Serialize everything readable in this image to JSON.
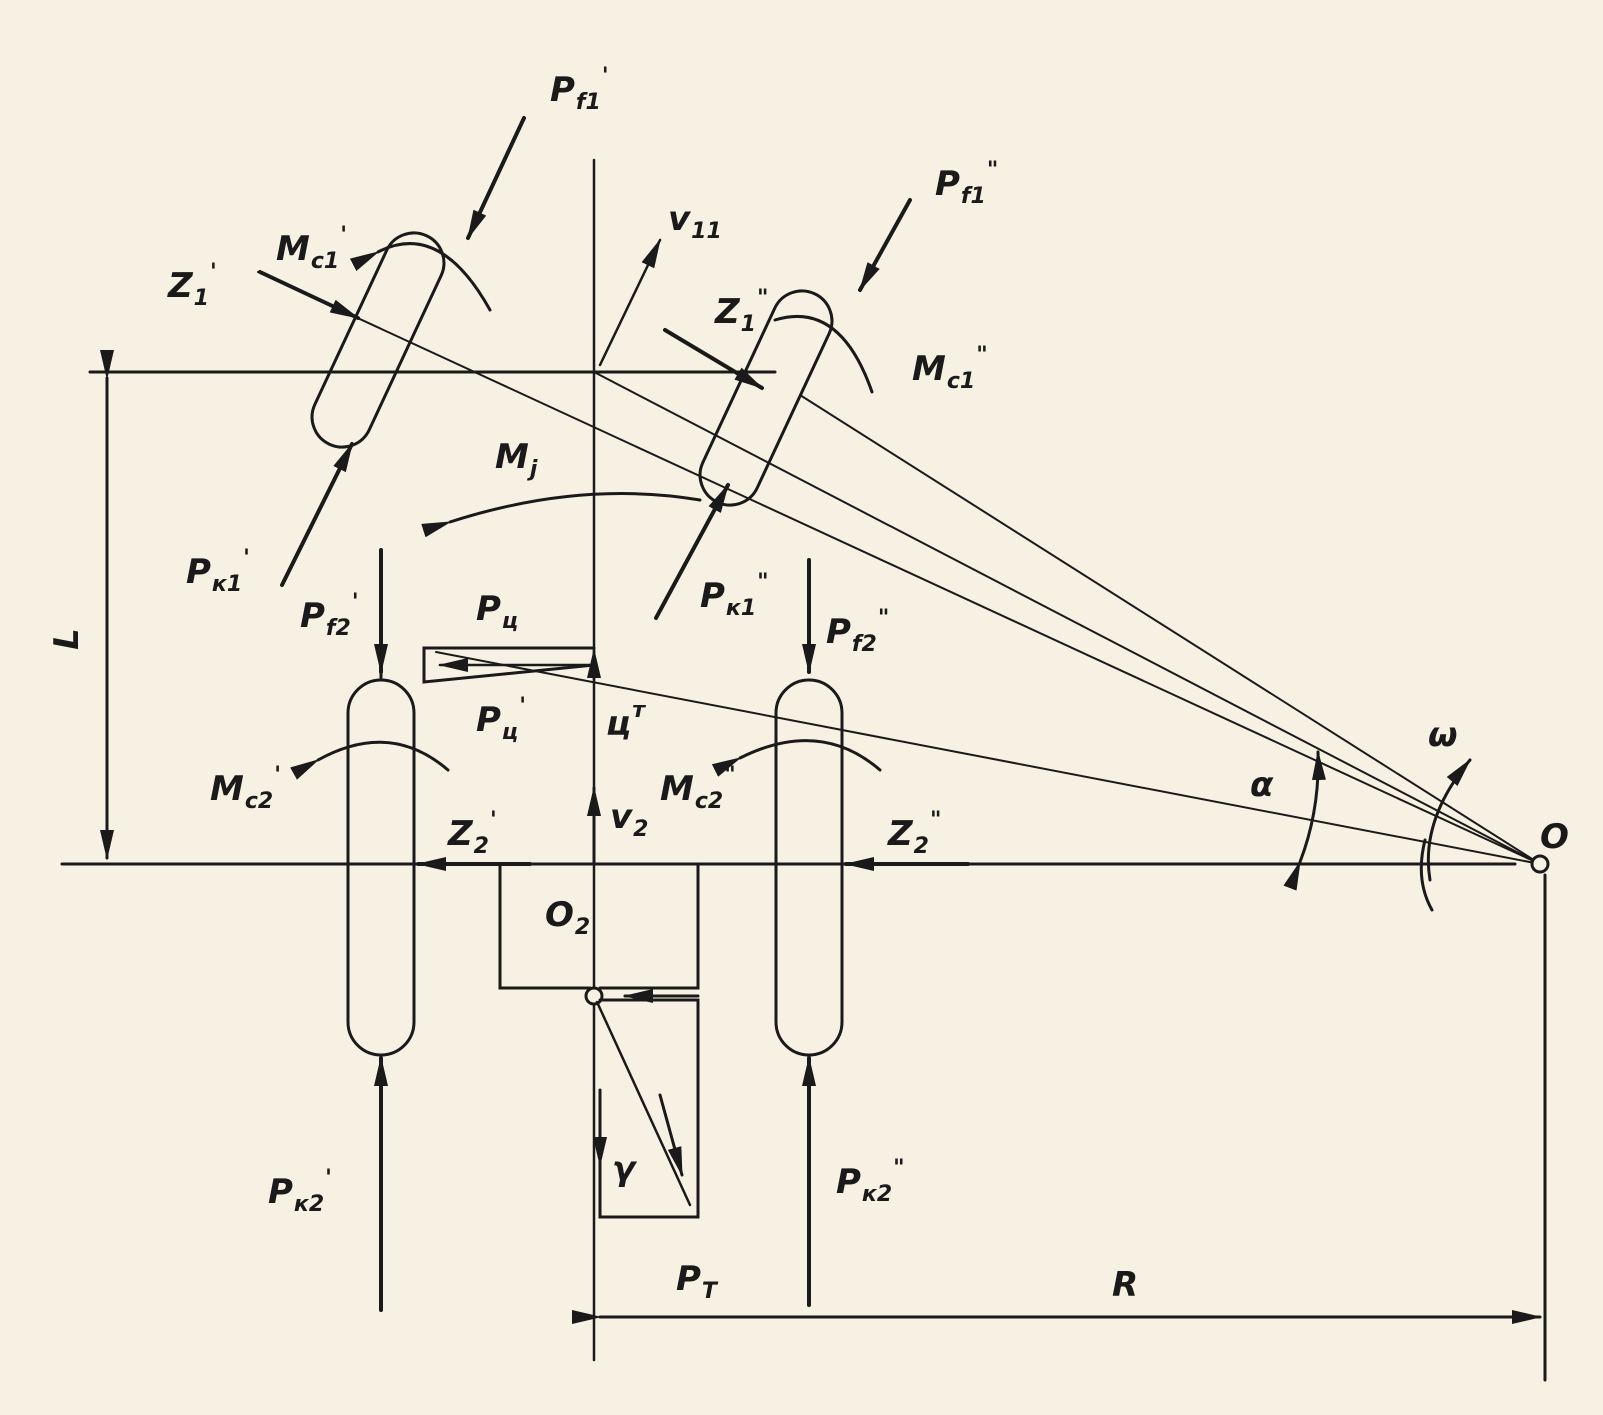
{
  "labels": {
    "Pf1p": {
      "base": "P",
      "sub": "f1",
      "sup": "'"
    },
    "Pf1pp": {
      "base": "P",
      "sub": "f1",
      "sup": "\""
    },
    "Mc1p": {
      "base": "M",
      "sub": "c1",
      "sup": "'"
    },
    "Mc1pp": {
      "base": "M",
      "sub": "c1",
      "sup": "\""
    },
    "Z1p": {
      "base": "Z",
      "sub": "1",
      "sup": "'"
    },
    "Z1pp": {
      "base": "Z",
      "sub": "1",
      "sup": "\""
    },
    "v11": {
      "base": "v",
      "sub": "11",
      "sup": ""
    },
    "Mj": {
      "base": "M",
      "sub": "j",
      "sup": ""
    },
    "Pk1p": {
      "base": "P",
      "sub": "к1",
      "sup": "'"
    },
    "Pk1pp": {
      "base": "P",
      "sub": "к1",
      "sup": "\""
    },
    "Pf2p": {
      "base": "P",
      "sub": "f2",
      "sup": "'"
    },
    "Pf2pp": {
      "base": "P",
      "sub": "f2",
      "sup": "\""
    },
    "Pc": {
      "base": "P",
      "sub": "ц",
      "sup": ""
    },
    "Pcp": {
      "base": "P",
      "sub": "ц",
      "sup": "'"
    },
    "C": {
      "base": "ц",
      "sub": "",
      "sup": "т"
    },
    "Mc2p": {
      "base": "M",
      "sub": "c2",
      "sup": "'"
    },
    "Mc2pp": {
      "base": "M",
      "sub": "c2",
      "sup": "\""
    },
    "Z2p": {
      "base": "Z",
      "sub": "2",
      "sup": "'"
    },
    "Z2pp": {
      "base": "Z",
      "sub": "2",
      "sup": "\""
    },
    "v2": {
      "base": "v",
      "sub": "2",
      "sup": ""
    },
    "O2": {
      "base": "O",
      "sub": "2",
      "sup": ""
    },
    "O": {
      "base": "O",
      "sub": "",
      "sup": ""
    },
    "alpha": {
      "base": "α",
      "sub": "",
      "sup": ""
    },
    "omega": {
      "base": "ω",
      "sub": "",
      "sup": ""
    },
    "L": {
      "base": "L",
      "sub": "",
      "sup": ""
    },
    "gamma": {
      "base": "γ",
      "sub": "",
      "sup": ""
    },
    "Pk2p": {
      "base": "P",
      "sub": "к2",
      "sup": "'"
    },
    "Pk2pp": {
      "base": "P",
      "sub": "к2",
      "sup": "\""
    },
    "PT": {
      "base": "P",
      "sub": "T",
      "sup": ""
    },
    "R": {
      "base": "R",
      "sub": "",
      "sup": ""
    }
  },
  "colors": {
    "ink": "#1a1a1a",
    "paper": "#f6f1e2"
  }
}
